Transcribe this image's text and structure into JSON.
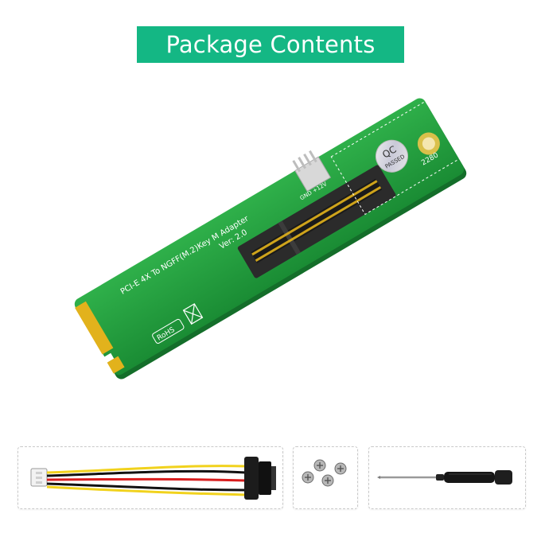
{
  "title": "Package Contents",
  "board": {
    "silk_main": "PCI-E  4X To NGFF(M.2)Key M Adapter",
    "silk_version": "Ver: 2.0",
    "silk_size": "2280",
    "silk_power": "GND  +12V",
    "rohs": "RoHS",
    "qc_top": "QC",
    "qc_bottom": "PASSED"
  },
  "items": [
    {
      "name": "power-cable"
    },
    {
      "name": "screws"
    },
    {
      "name": "screwdriver"
    }
  ],
  "colors": {
    "banner": "#14b784",
    "pcb": "#1f9a3a",
    "connector": "#2b2b2b",
    "gold": "#e2b21c"
  }
}
